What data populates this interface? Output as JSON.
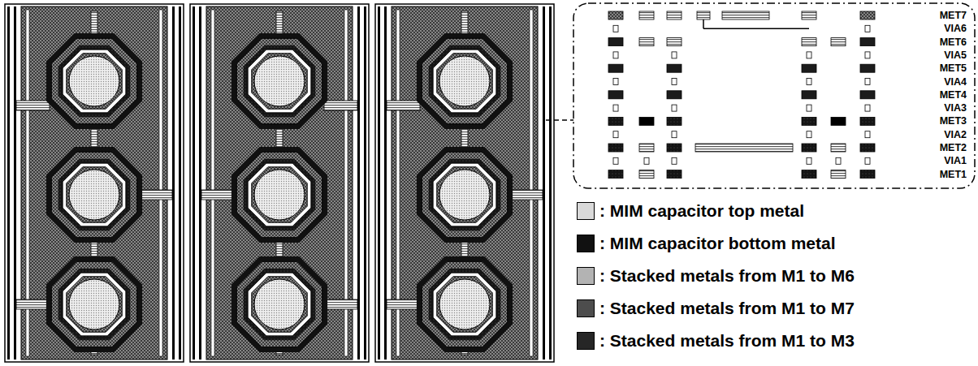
{
  "diagram": {
    "labels": [
      "MET7",
      "VIA6",
      "MET6",
      "VIA5",
      "MET5",
      "VIA4",
      "MET4",
      "VIA3",
      "MET3",
      "VIA2",
      "MET2",
      "VIA1",
      "MET1"
    ],
    "legend": [
      {
        "text": ": MIM capacitor top metal",
        "color": "#d9d9d9"
      },
      {
        "text": ": MIM capacitor bottom metal",
        "color": "#111111"
      },
      {
        "text": ": Stacked metals from M1 to M6",
        "color": "#b3b3b3"
      },
      {
        "text": ": Stacked metals from M1 to M7",
        "color": "#4d4d4d"
      },
      {
        "text": ": Stacked metals from M1 to M3",
        "color": "#262626"
      }
    ]
  }
}
